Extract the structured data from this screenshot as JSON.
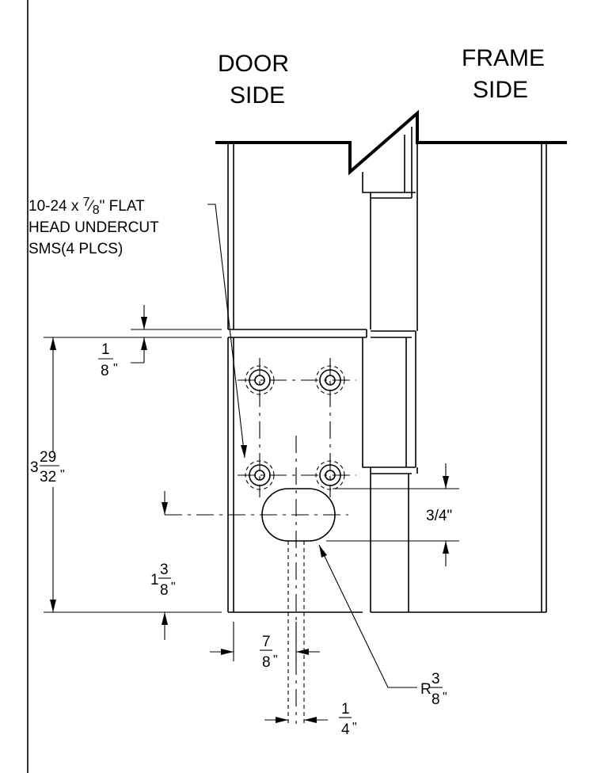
{
  "labels": {
    "door_side_1": "DOOR",
    "door_side_2": "SIDE",
    "frame_side_1": "FRAME",
    "frame_side_2": "SIDE"
  },
  "callout": {
    "line1_pre": "10-24 x ",
    "line1_num": "7",
    "line1_den": "8",
    "line1_post": "\"  FLAT",
    "line2": "HEAD UNDERCUT",
    "line3": "SMS(4 PLCS)"
  },
  "dimensions": {
    "top_offset": {
      "num": "1",
      "den": "8",
      "unit": "\""
    },
    "overall_height": {
      "whole": "3",
      "num": "29",
      "den": "32",
      "unit": "\""
    },
    "slot_height": {
      "whole": "1",
      "num": "3",
      "den": "8",
      "unit": "\""
    },
    "slot_offset": {
      "text": "3/4\""
    },
    "edge_offset": {
      "num": "7",
      "den": "8",
      "unit": "\""
    },
    "slot_radius": {
      "prefix": "R",
      "num": "3",
      "den": "8",
      "unit": "\""
    },
    "slot_width": {
      "num": "1",
      "den": "4",
      "unit": "\""
    }
  }
}
